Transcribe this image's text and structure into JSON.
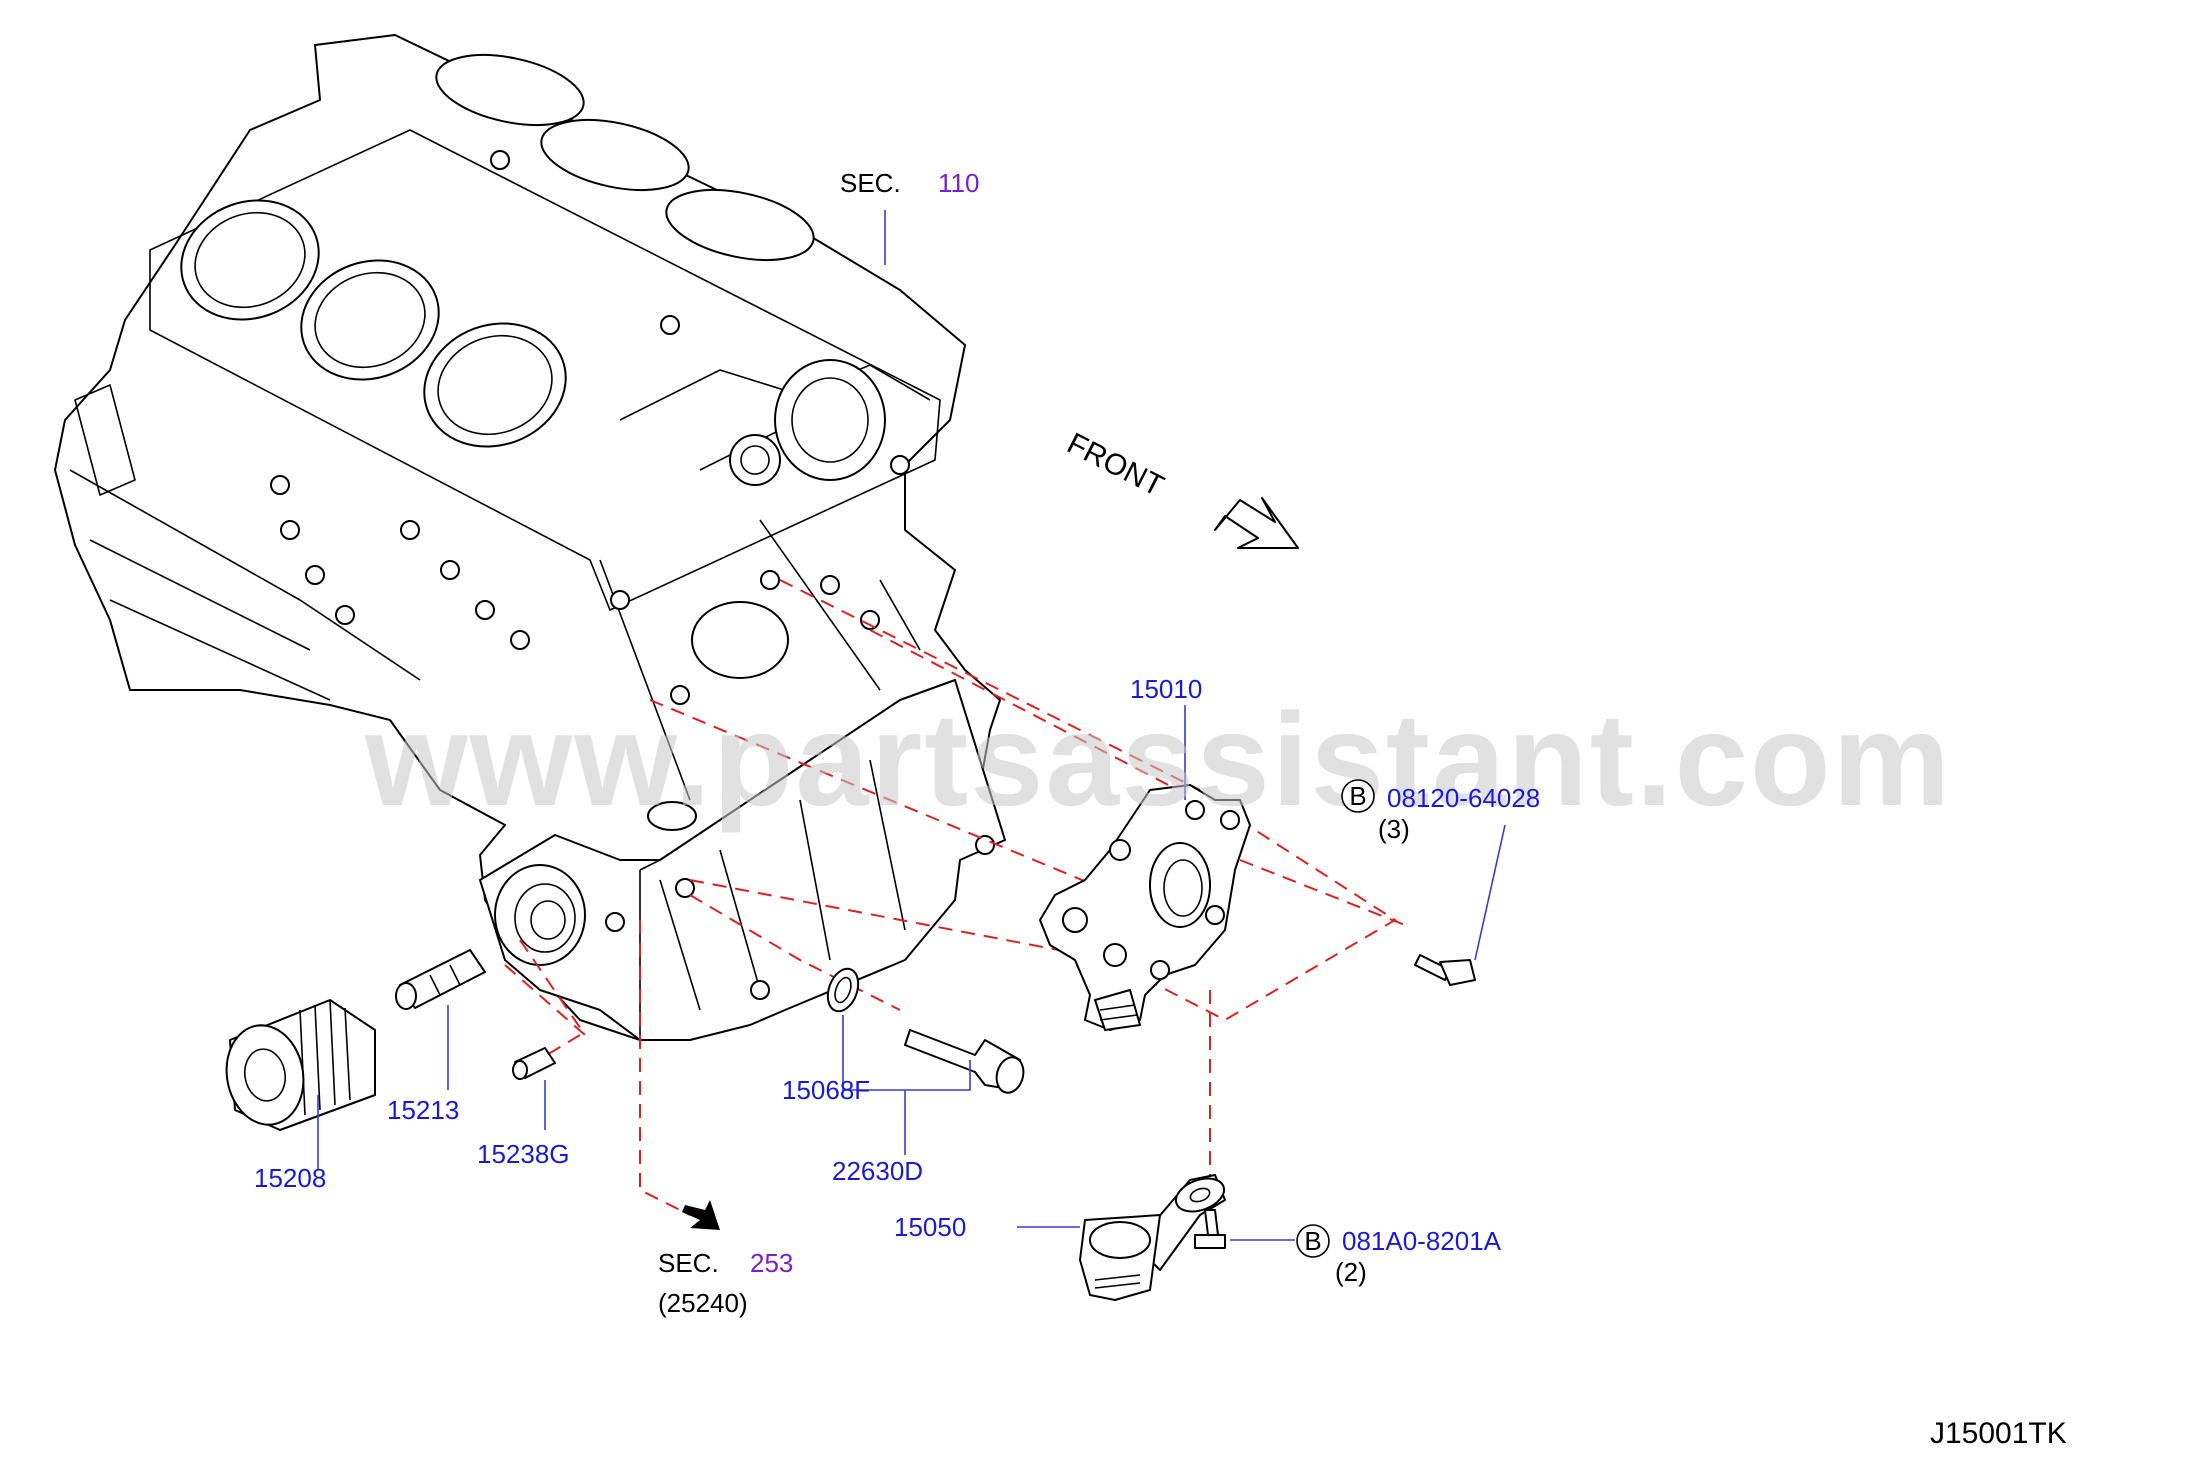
{
  "watermark": "www.partsassistant.com",
  "front_label": "FRONT",
  "diagram_code": "J15001TK",
  "sections": {
    "sec110": {
      "prefix": "SEC.",
      "number": "110"
    },
    "sec253": {
      "prefix": "SEC.",
      "number": "253",
      "sub": "(25240)"
    }
  },
  "parts": {
    "p15010": "15010",
    "p15208": "15208",
    "p15213": "15213",
    "p15238g": "15238G",
    "p15068f": "15068F",
    "p22630d": "22630D",
    "p15050": "15050"
  },
  "bolts": {
    "b1": {
      "marker": "B",
      "part": "08120-64028",
      "qty": "(3)"
    },
    "b2": {
      "marker": "B",
      "part": "081A0-8201A",
      "qty": "(2)"
    }
  },
  "colors": {
    "part_number": "#1a1ad6",
    "section_number": "#7a1fd0",
    "dashed_leader": "#e02020"
  }
}
